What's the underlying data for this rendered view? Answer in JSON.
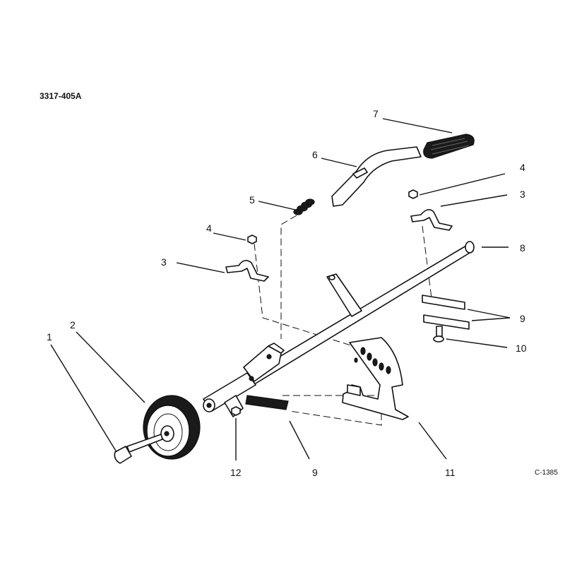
{
  "diagram_code": "3317-405A",
  "figure_code": "C-1385",
  "callouts": {
    "c1": "1",
    "c2": "2",
    "c3a": "3",
    "c3b": "3",
    "c4a": "4",
    "c4b": "4",
    "c5": "5",
    "c6": "6",
    "c7": "7",
    "c8": "8",
    "c9a": "9",
    "c9b": "9",
    "c10": "10",
    "c11": "11",
    "c12": "12"
  }
}
